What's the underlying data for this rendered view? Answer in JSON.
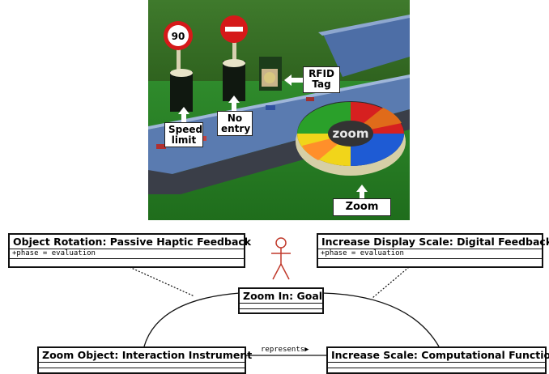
{
  "photo": {
    "callouts": {
      "speed_limit": "Speed\nlimit",
      "no_entry": "No\nentry",
      "rfid_tag": "RFID\nTag",
      "zoom": "Zoom"
    },
    "sign_90_text": "90",
    "dial_text": "zoom"
  },
  "diagram": {
    "object_rotation": {
      "title": "Object Rotation: Passive Haptic Feedback",
      "attr": "+phase = evaluation"
    },
    "increase_display": {
      "title": "Increase Display Scale: Digital Feedback",
      "attr": "+phase = evaluation"
    },
    "zoom_in_goal": {
      "title": "Zoom In: Goal"
    },
    "zoom_object": {
      "title": "Zoom Object: Interaction Instrument"
    },
    "increase_scale": {
      "title": "Increase Scale: Computational Function"
    },
    "relation_label": "represents▶"
  },
  "colors": {
    "grass": "#2e8a2e",
    "road": "#4f6f9e",
    "uml_border": "#111111"
  }
}
